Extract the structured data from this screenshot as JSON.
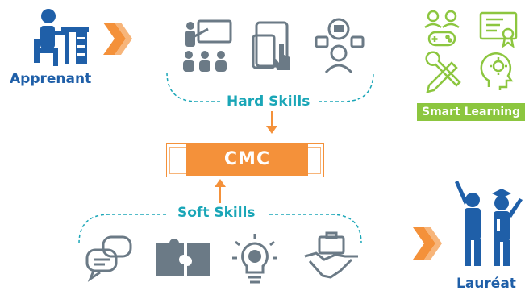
{
  "learner": {
    "label": "Apprenant"
  },
  "graduate": {
    "label": "Lauréat"
  },
  "hard_skills": {
    "label": "Hard Skills"
  },
  "soft_skills": {
    "label": "Soft Skills"
  },
  "center": {
    "label": "CMC"
  },
  "smart_learning": {
    "label": "Smart Learning"
  },
  "colors": {
    "orange": "#f4913a",
    "teal": "#1aa6b7",
    "blue": "#1f5fa8",
    "green": "#8cc63f",
    "gray": "#6b7a86"
  }
}
